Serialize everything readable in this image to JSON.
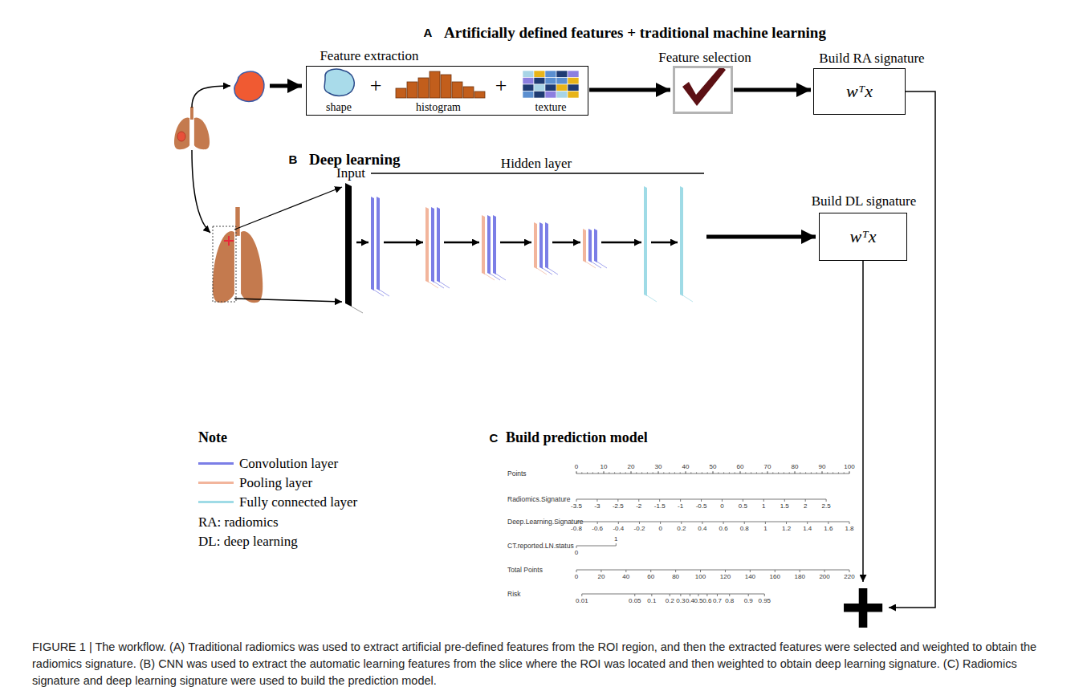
{
  "diagram": {
    "caption": "FIGURE 1 | The workflow. (A) Traditional radiomics was used to extract artificial pre-defined features from the ROI region, and then the extracted features were selected and weighted to obtain the radiomics signature. (B) CNN was used to extract the automatic learning features from the slice where the ROI was located and then weighted to obtain deep learning signature. (C) Radiomics signature and deep learning signature were used to build the prediction model.",
    "nodes": [
      {
        "text": [
          "Feature extraction",
          "shape",
          "+",
          "histogram",
          "+",
          "texture"
        ]
      },
      {
        "text": [
          "Feature selection"
        ]
      },
      {
        "text": [
          "Build RA signature",
          "wᵀx"
        ]
      },
      {
        "text": [
          "Build DL signature",
          "wᵀx"
        ]
      },
      {
        "text": [
          "+"
        ]
      }
    ],
    "edges": [
      {
        "from": 0,
        "to": 1,
        "arrow": "to"
      },
      {
        "from": 1,
        "to": 2,
        "arrow": "to"
      },
      {
        "from": 2,
        "to": 4,
        "arrow": "to"
      },
      {
        "from": 3,
        "to": 4,
        "arrow": "to"
      }
    ],
    "labels": [
      "A",
      "Artificially defined features + traditional machine learning",
      "B",
      "Deep learning",
      "Input",
      "Hidden layer",
      "Note",
      "RA: radiomics",
      "DL: deep learning",
      "C",
      "Build prediction model",
      "Points",
      "0",
      "10",
      "20",
      "30",
      "40",
      "50",
      "60",
      "70",
      "80",
      "90",
      "100",
      "Radiomics.Signature",
      "-3.5",
      "-3",
      "-2.5",
      "-2",
      "-1.5",
      "-1",
      "-0.5",
      "0",
      "0.5",
      "1",
      "1.5",
      "2",
      "2.5",
      "Deep.Learning.Signature",
      "-0.8",
      "-0.6",
      "-0.4",
      "-0.2",
      "0",
      "0.2",
      "0.4",
      "0.6",
      "0.8",
      "1",
      "1.2",
      "1.4",
      "1.6",
      "1.8",
      "CT.reported.LN.status",
      "0",
      "1",
      "Total Points",
      "0",
      "20",
      "40",
      "60",
      "80",
      "100",
      "120",
      "140",
      "160",
      "180",
      "200",
      "220",
      "Risk",
      "0.01",
      "0.05",
      "0.1",
      "0.2",
      "0.3",
      "0.4",
      "0.5",
      "0.6",
      "0.7",
      "0.8",
      "0.9",
      "0.95"
    ],
    "legend": [
      {
        "text": "Convolution layer",
        "color": "#7b7ee6"
      },
      {
        "text": "Pooling layer",
        "color": "#f2b59c"
      },
      {
        "text": "Fully connected layer",
        "color": "#9fdbe6"
      }
    ]
  }
}
